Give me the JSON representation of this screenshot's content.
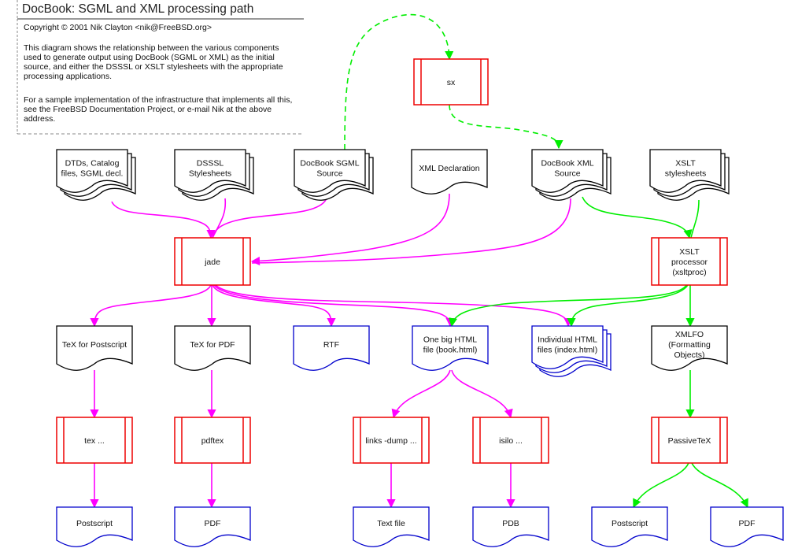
{
  "header": {
    "title": "DocBook: SGML and XML processing path",
    "copyright": "Copyright © 2001 Nik Clayton <nik@FreeBSD.org>",
    "description": [
      "This diagram shows the relationship between the various components",
      "used to generate output using DocBook (SGML or XML) as the initial",
      "source, and either the DSSSL or XSLT stylesheets with the appropriate",
      "processing applications."
    ],
    "sample": [
      "For a sample implementation of the infrastructure that implements all this,",
      "see the FreeBSD Documentation Project, or e-mail Nik at the above",
      "address."
    ]
  },
  "colors": {
    "sgml_path": "#ff00ff",
    "xml_path": "#00ee00",
    "conversion": "#00dd00",
    "process_border": "#ee0000",
    "output_border": "#0000cc",
    "input_border": "#000000"
  },
  "nodes": {
    "dtds": [
      "DTDs, Catalog",
      "files, SGML decl."
    ],
    "dsssl": [
      "DSSSL",
      "Stylesheets"
    ],
    "sgml_source": [
      "DocBook SGML",
      "Source"
    ],
    "xml_decl": [
      "XML Declaration"
    ],
    "xml_source": [
      "DocBook XML",
      "Source"
    ],
    "xslt_sheets": [
      "XSLT",
      "stylesheets"
    ],
    "sx": [
      "sx"
    ],
    "jade": [
      "jade"
    ],
    "xsltproc": [
      "XSLT",
      "processor",
      "(xsltproc)"
    ],
    "tex_ps": [
      "TeX for Postscript"
    ],
    "tex_pdf": [
      "TeX for PDF"
    ],
    "rtf": [
      "RTF"
    ],
    "book_html": [
      "One big HTML",
      "file (book.html)"
    ],
    "index_html": [
      "Individual HTML",
      "files (index.html)"
    ],
    "xmlfo": [
      "XMLFO",
      "(Formatting",
      "Objects)"
    ],
    "tex_proc": [
      "tex ..."
    ],
    "pdftex": [
      "pdftex"
    ],
    "links": [
      "links -dump ..."
    ],
    "isilo": [
      "isilo ..."
    ],
    "passivetex": [
      "PassiveTeX"
    ],
    "out_ps1": [
      "Postscript"
    ],
    "out_pdf1": [
      "PDF"
    ],
    "out_text": [
      "Text file"
    ],
    "out_pdb": [
      "PDB"
    ],
    "out_ps2": [
      "Postscript"
    ],
    "out_pdf2": [
      "PDF"
    ]
  }
}
